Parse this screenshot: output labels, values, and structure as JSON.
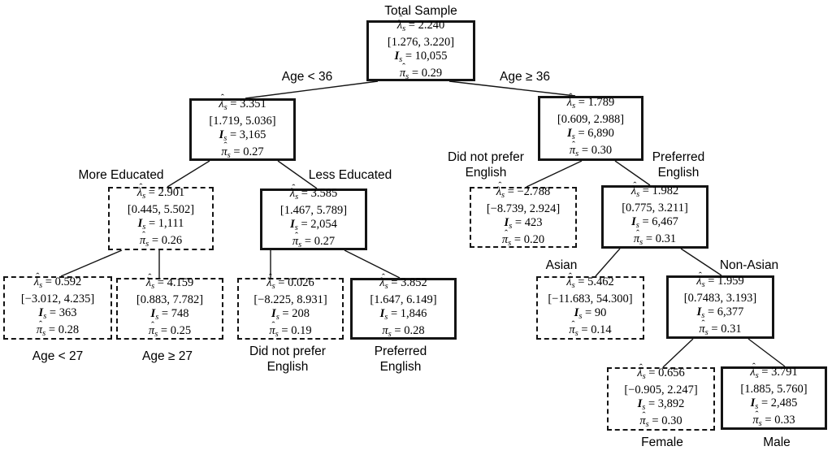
{
  "figure": {
    "type": "decision-tree",
    "description": "Subgroup tree with estimates per node",
    "symbols": {
      "lambda": "λ",
      "pi": "π",
      "info": "I",
      "subscript": "s",
      "hat": "ˆ",
      "equals": "="
    },
    "colors": {
      "background": "#ffffff",
      "line": "#141414",
      "text": "#000000"
    },
    "nodes": [
      {
        "id": "total",
        "label_lines": [
          "Total Sample"
        ],
        "border": "solid",
        "lambda": "2.240",
        "interval": "[1.276, 3.220]",
        "n": "10,055",
        "pi": "0.29",
        "pi_hat": true
      },
      {
        "id": "age_lt36",
        "label_lines": [],
        "border": "solid",
        "lambda": "3.351",
        "interval": "[1.719, 5.036]",
        "n": "3,165",
        "pi": "0.27",
        "pi_hat": true
      },
      {
        "id": "age_ge36",
        "label_lines": [],
        "border": "solid",
        "lambda": "1.789",
        "interval": "[0.609, 2.988]",
        "n": "6,890",
        "pi": "0.30",
        "pi_hat": true
      },
      {
        "id": "more_edu",
        "label_lines": [
          "More Educated"
        ],
        "border": "dashed",
        "lambda": "2.901",
        "interval": "[0.445, 5.502]",
        "n": "1,111",
        "pi": "0.26",
        "pi_hat": true
      },
      {
        "id": "less_edu",
        "label_lines": [
          "Less Educated"
        ],
        "border": "solid",
        "lambda": "3.585",
        "interval": "[1.467, 5.789]",
        "n": "2,054",
        "pi": "0.27",
        "pi_hat": true
      },
      {
        "id": "dnp_right",
        "label_lines": [
          "Did not prefer",
          "English"
        ],
        "border": "dashed",
        "lambda": "−2.788",
        "interval": "[−8.739, 2.924]",
        "n": "423",
        "pi": "0.20",
        "pi_hat": true
      },
      {
        "id": "pref_right",
        "label_lines": [
          "Preferred",
          "English"
        ],
        "border": "solid",
        "lambda": "1.982",
        "interval": "[0.775, 3.211]",
        "n": "6,467",
        "pi": "0.31",
        "pi_hat": true
      },
      {
        "id": "age_lt27",
        "label_lines": [
          "Age < 27"
        ],
        "border": "dashed",
        "lambda": "0.592",
        "interval": "[−3.012, 4.235]",
        "n": "363",
        "pi": "0.28",
        "pi_hat": true
      },
      {
        "id": "age_ge27",
        "label_lines": [
          "Age ≥ 27"
        ],
        "border": "dashed",
        "lambda": "4.159",
        "interval": "[0.883, 7.782]",
        "n": "748",
        "pi": "0.25",
        "pi_hat": true
      },
      {
        "id": "dnp_left",
        "label_lines": [
          "Did not prefer",
          "English"
        ],
        "border": "dashed",
        "lambda": "0.026",
        "interval": "[−8.225, 8.931]",
        "n": "208",
        "pi": "0.19",
        "pi_hat": true
      },
      {
        "id": "pref_left",
        "label_lines": [
          "Preferred",
          "English"
        ],
        "border": "solid",
        "lambda": "3.852",
        "interval": "[1.647, 6.149]",
        "n": "1,846",
        "pi": "0.28",
        "pi_hat": false
      },
      {
        "id": "asian",
        "label_lines": [
          "Asian"
        ],
        "border": "dashed",
        "lambda": "5.462",
        "interval": "[−11.683, 54.300]",
        "n": "90",
        "pi": "0.14",
        "pi_hat": true
      },
      {
        "id": "non_asian",
        "label_lines": [
          "Non-Asian"
        ],
        "border": "solid",
        "lambda": "1.959",
        "interval": "[0.7483, 3.193]",
        "n": "6,377",
        "pi": "0.31",
        "pi_hat": true
      },
      {
        "id": "female",
        "label_lines": [
          "Female"
        ],
        "border": "dashed",
        "lambda": "0.656",
        "interval": "[−0.905, 2.247]",
        "n": "3,892",
        "pi": "0.30",
        "pi_hat": true
      },
      {
        "id": "male",
        "label_lines": [
          "Male"
        ],
        "border": "solid",
        "lambda": "3.791",
        "interval": "[1.885, 5.760]",
        "n": "2,485",
        "pi": "0.33",
        "pi_hat": true
      }
    ],
    "edges": [
      {
        "from": "total",
        "to": "age_lt36",
        "label": "Age < 36"
      },
      {
        "from": "total",
        "to": "age_ge36",
        "label": "Age ≥ 36"
      },
      {
        "from": "age_lt36",
        "to": "more_edu"
      },
      {
        "from": "age_lt36",
        "to": "less_edu"
      },
      {
        "from": "age_ge36",
        "to": "dnp_right"
      },
      {
        "from": "age_ge36",
        "to": "pref_right"
      },
      {
        "from": "more_edu",
        "to": "age_lt27"
      },
      {
        "from": "more_edu",
        "to": "age_ge27"
      },
      {
        "from": "less_edu",
        "to": "dnp_left"
      },
      {
        "from": "less_edu",
        "to": "pref_left"
      },
      {
        "from": "pref_right",
        "to": "asian"
      },
      {
        "from": "pref_right",
        "to": "non_asian"
      },
      {
        "from": "non_asian",
        "to": "female"
      },
      {
        "from": "non_asian",
        "to": "male"
      }
    ]
  }
}
